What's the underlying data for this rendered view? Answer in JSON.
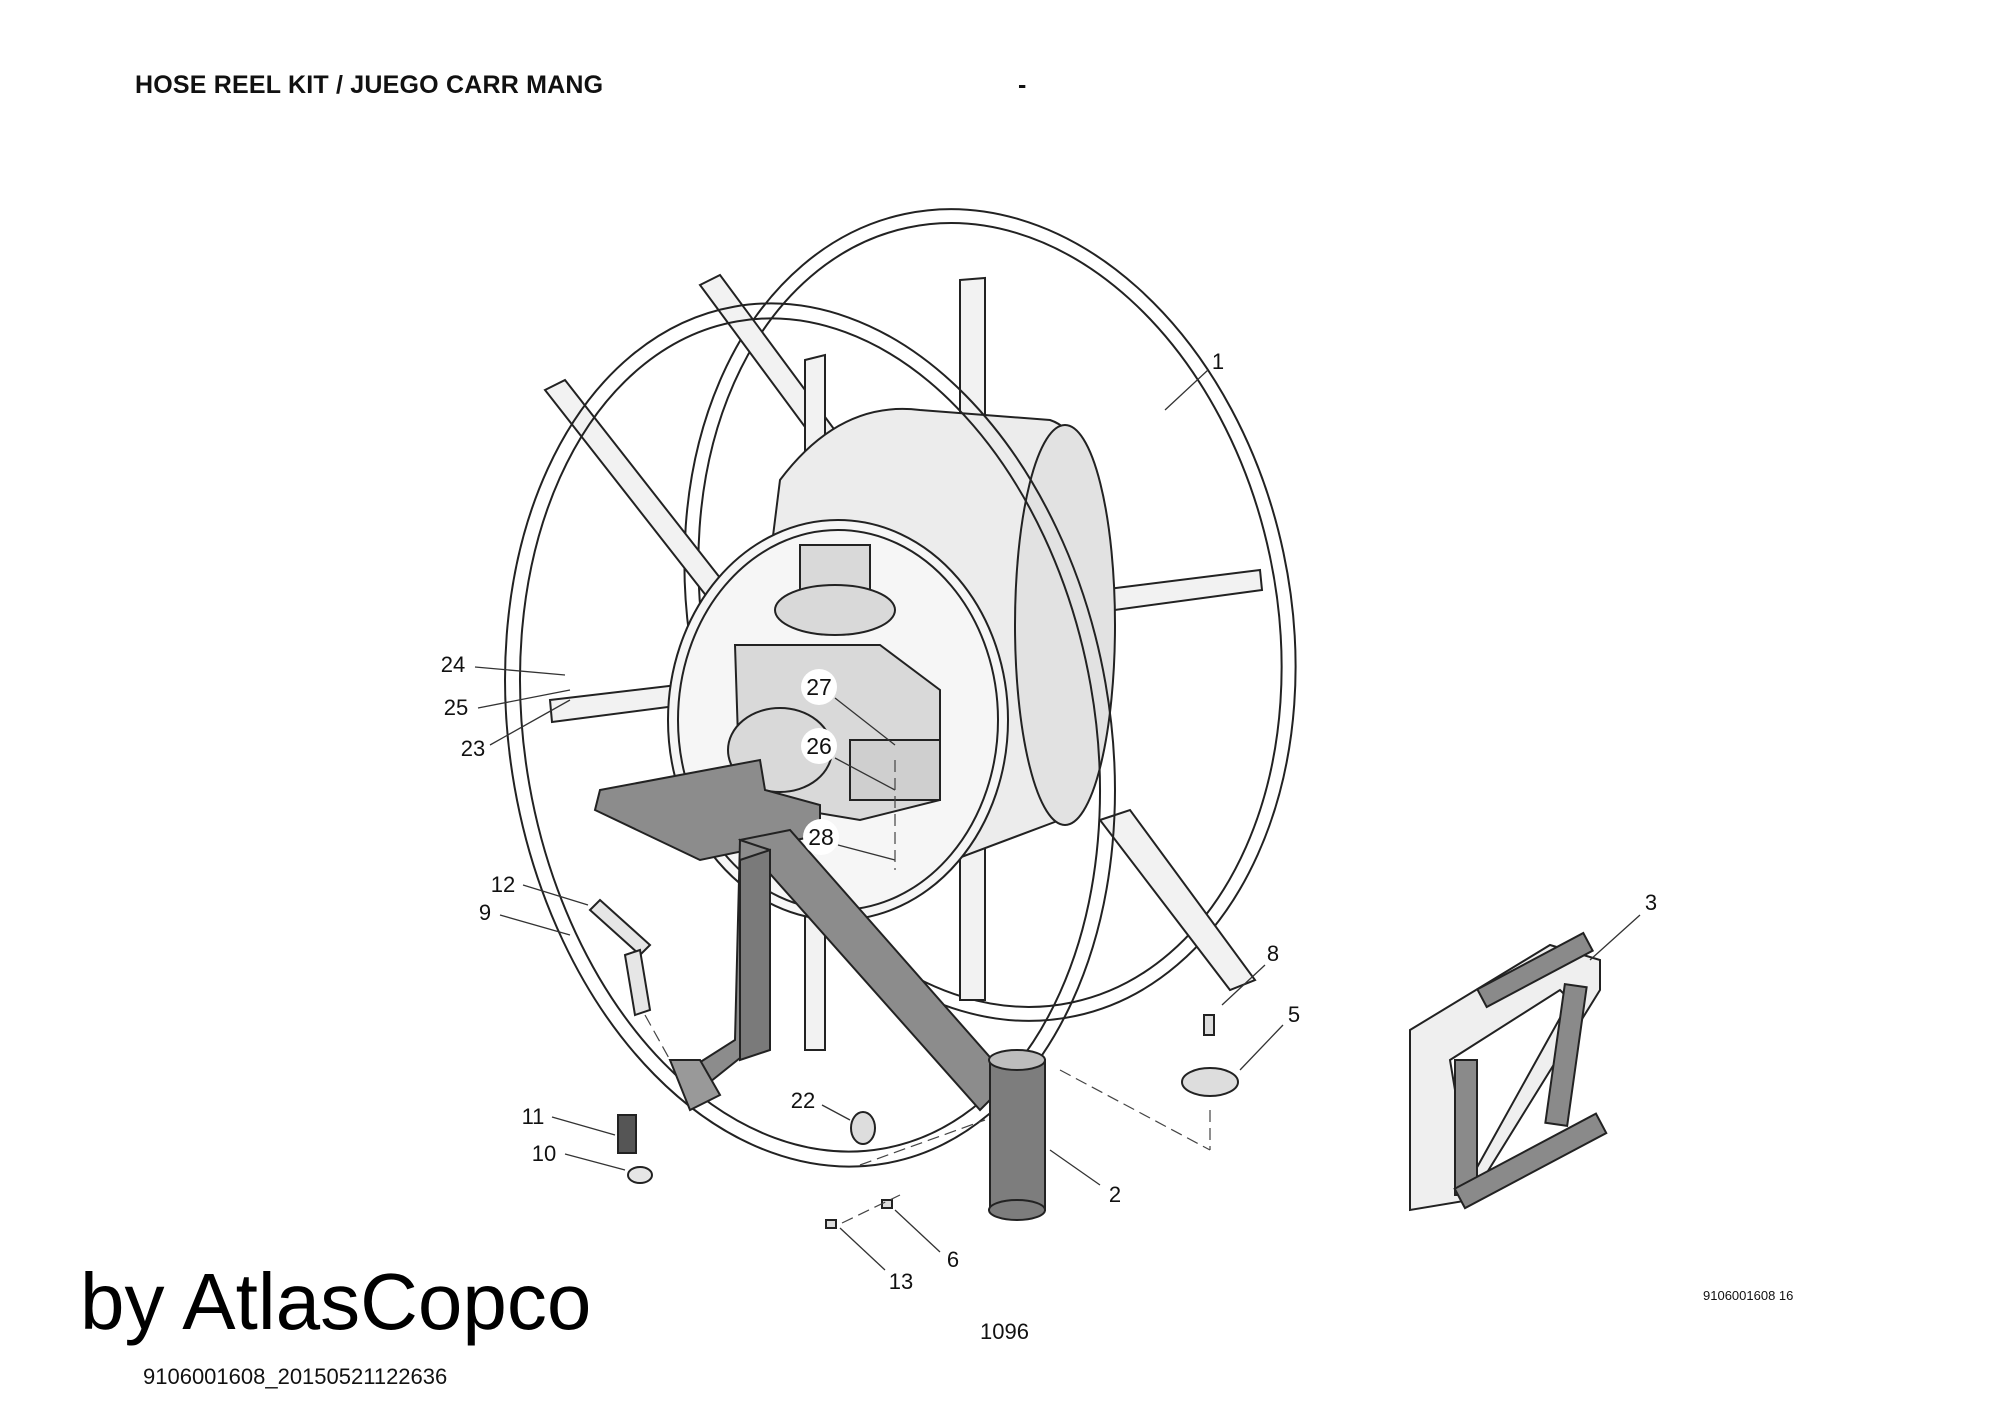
{
  "header": {
    "title": "HOSE REEL KIT / JUEGO CARR MANG",
    "separator": "-"
  },
  "callouts": [
    {
      "id": "1",
      "label": "1"
    },
    {
      "id": "2",
      "label": "2"
    },
    {
      "id": "3",
      "label": "3"
    },
    {
      "id": "5",
      "label": "5"
    },
    {
      "id": "6",
      "label": "6"
    },
    {
      "id": "8",
      "label": "8"
    },
    {
      "id": "9",
      "label": "9"
    },
    {
      "id": "10",
      "label": "10"
    },
    {
      "id": "11",
      "label": "11"
    },
    {
      "id": "12",
      "label": "12"
    },
    {
      "id": "13",
      "label": "13"
    },
    {
      "id": "22",
      "label": "22"
    },
    {
      "id": "23",
      "label": "23"
    },
    {
      "id": "24",
      "label": "24"
    },
    {
      "id": "25",
      "label": "25"
    },
    {
      "id": "26",
      "label": "26"
    },
    {
      "id": "27",
      "label": "27"
    },
    {
      "id": "28",
      "label": "28"
    }
  ],
  "footer": {
    "page_number": "1096",
    "part_number": "9106001608 16",
    "document_id": "9106001608_20150521122636",
    "watermark": "by AtlasCopco"
  }
}
